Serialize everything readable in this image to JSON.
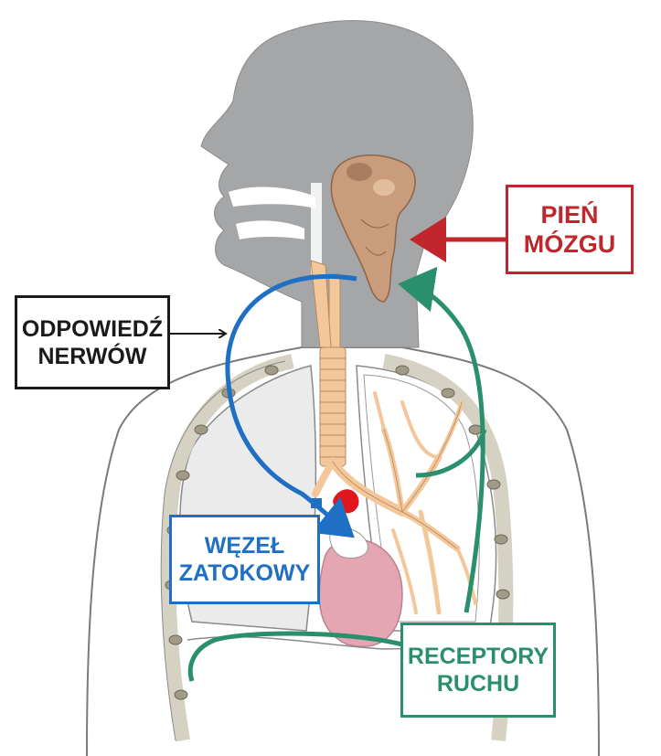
{
  "labels": {
    "brainstem": {
      "line1": "PIEŃ",
      "line2": "MÓZGU",
      "color": "#c0262c"
    },
    "nerve_response": {
      "line1": "ODPOWIEDŹ",
      "line2": "NERWÓW",
      "color": "#1a1a1a"
    },
    "sinus_node": {
      "line1": "WĘZEŁ",
      "line2": "ZATOKOWY",
      "color": "#1f6fc4"
    },
    "motion_receptors": {
      "line1": "RECEPTORY",
      "line2": "RUCHU",
      "color": "#2a8f6c"
    }
  },
  "colors": {
    "body_gray": "#a4a6a8",
    "outline": "#7a7a7a",
    "trachea": "#f3c79a",
    "heart": "#e4a6b2",
    "brainstem_tissue": "#c99c7b",
    "arrow_blue": "#1f6fc4",
    "arrow_green": "#2a8f6c",
    "arrow_red": "#c0262c",
    "red_node": "#e0161c"
  }
}
